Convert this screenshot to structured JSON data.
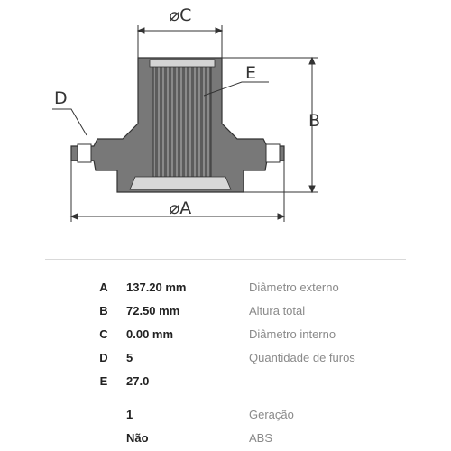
{
  "diagram": {
    "labels": {
      "A": "A",
      "B": "B",
      "C": "C",
      "D": "D",
      "E": "E"
    },
    "diameter_symbol": "⌀"
  },
  "specs": [
    {
      "key": "A",
      "value": "137.20 mm",
      "description": "Diâmetro externo"
    },
    {
      "key": "B",
      "value": "72.50 mm",
      "description": "Altura total"
    },
    {
      "key": "C",
      "value": "0.00 mm",
      "description": "Diâmetro interno"
    },
    {
      "key": "D",
      "value": "5",
      "description": "Quantidade de furos"
    },
    {
      "key": "E",
      "value": "27.0",
      "description": ""
    },
    {
      "key": "",
      "value": "1",
      "description": "Geração"
    },
    {
      "key": "",
      "value": "Não",
      "description": "ABS"
    }
  ]
}
